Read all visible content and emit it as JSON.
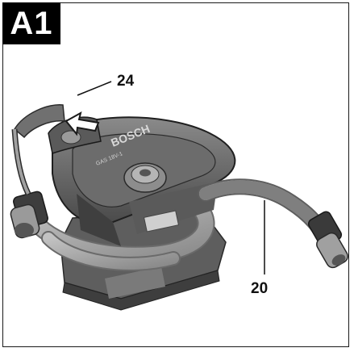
{
  "figure": {
    "label": "A1",
    "callouts": [
      {
        "number": "24"
      },
      {
        "number": "20"
      }
    ]
  },
  "product": {
    "brand_text": "BOSCH",
    "model_text": "GAS 18V-1"
  },
  "colors": {
    "border": "#1a1a1a",
    "badge_bg": "#000000",
    "badge_text": "#ffffff",
    "body_dark": "#4a4a4a",
    "body_mid": "#777777",
    "body_light": "#a9a9a9",
    "hose": "#9a9a9a"
  }
}
